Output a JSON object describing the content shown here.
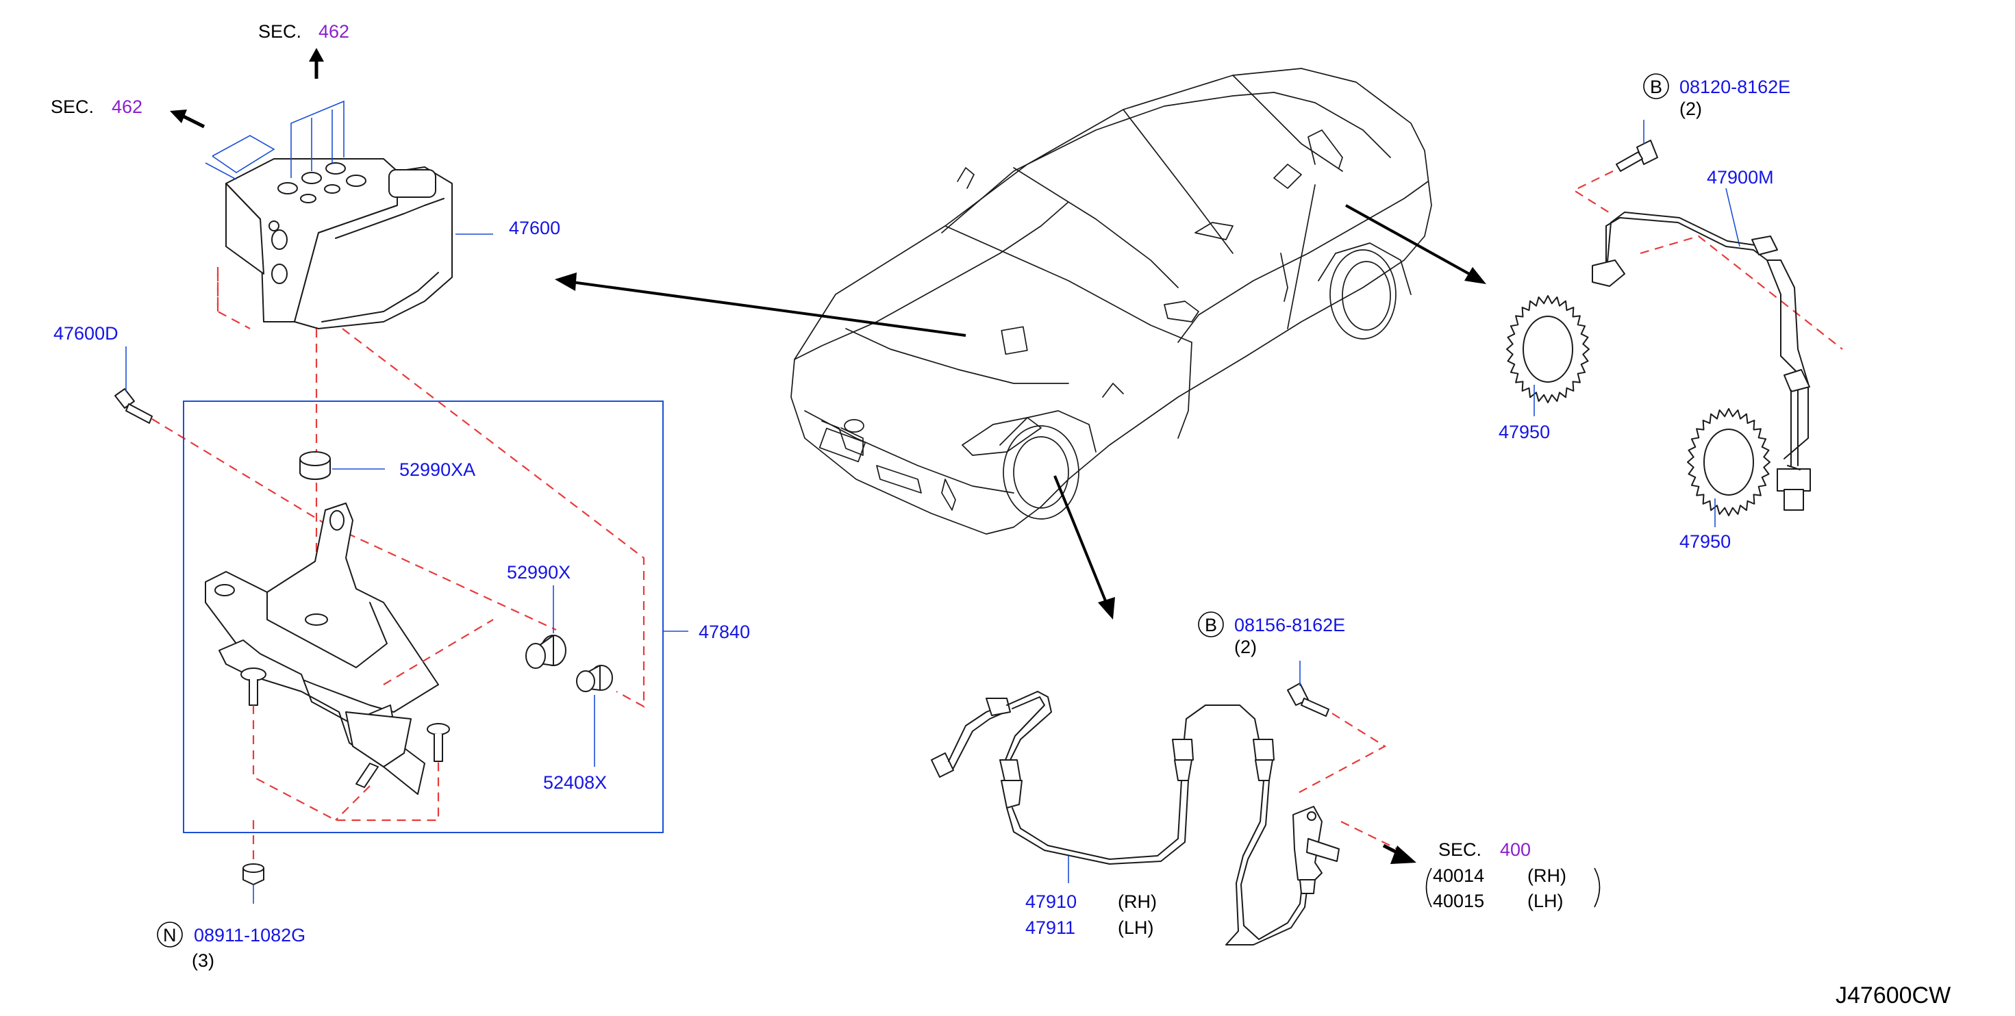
{
  "drawing_code": "J47600CW",
  "sec_labels": {
    "top": {
      "prefix": "SEC.",
      "number": "462"
    },
    "left": {
      "prefix": "SEC.",
      "number": "462"
    },
    "bottom_right": {
      "prefix": "SEC.",
      "number": "400"
    }
  },
  "parts": {
    "abs_actuator": "47600",
    "actuator_bolt": "47600D",
    "bracket_assembly": "47840",
    "insulator_xa": "52990XA",
    "insulator_x": "52990X",
    "collar": "52408X",
    "rear_sensor_harness": "47900M",
    "tone_ring_upper": "47950",
    "tone_ring_lower": "47950",
    "front_sensor_rh": "47910",
    "front_sensor_lh": "47911",
    "side_rh": "(RH)",
    "side_lh": "(LH)",
    "knuckle_rh": "40014",
    "knuckle_lh": "40015",
    "knuckle_rh_side": "(RH)",
    "knuckle_lh_side": "(LH)"
  },
  "fasteners": {
    "rear_bolt": {
      "marker": "B",
      "part": "08120-8162E",
      "qty": "(2)"
    },
    "front_bolt": {
      "marker": "B",
      "part": "08156-8162E",
      "qty": "(2)"
    },
    "nut": {
      "marker": "N",
      "part": "08911-1082G",
      "qty": "(3)"
    }
  },
  "colors": {
    "part_number": "#1414e6",
    "section_number": "#8a1fcf",
    "dashed_line": "#e83a3a",
    "leader_line": "#1b4fd6"
  }
}
